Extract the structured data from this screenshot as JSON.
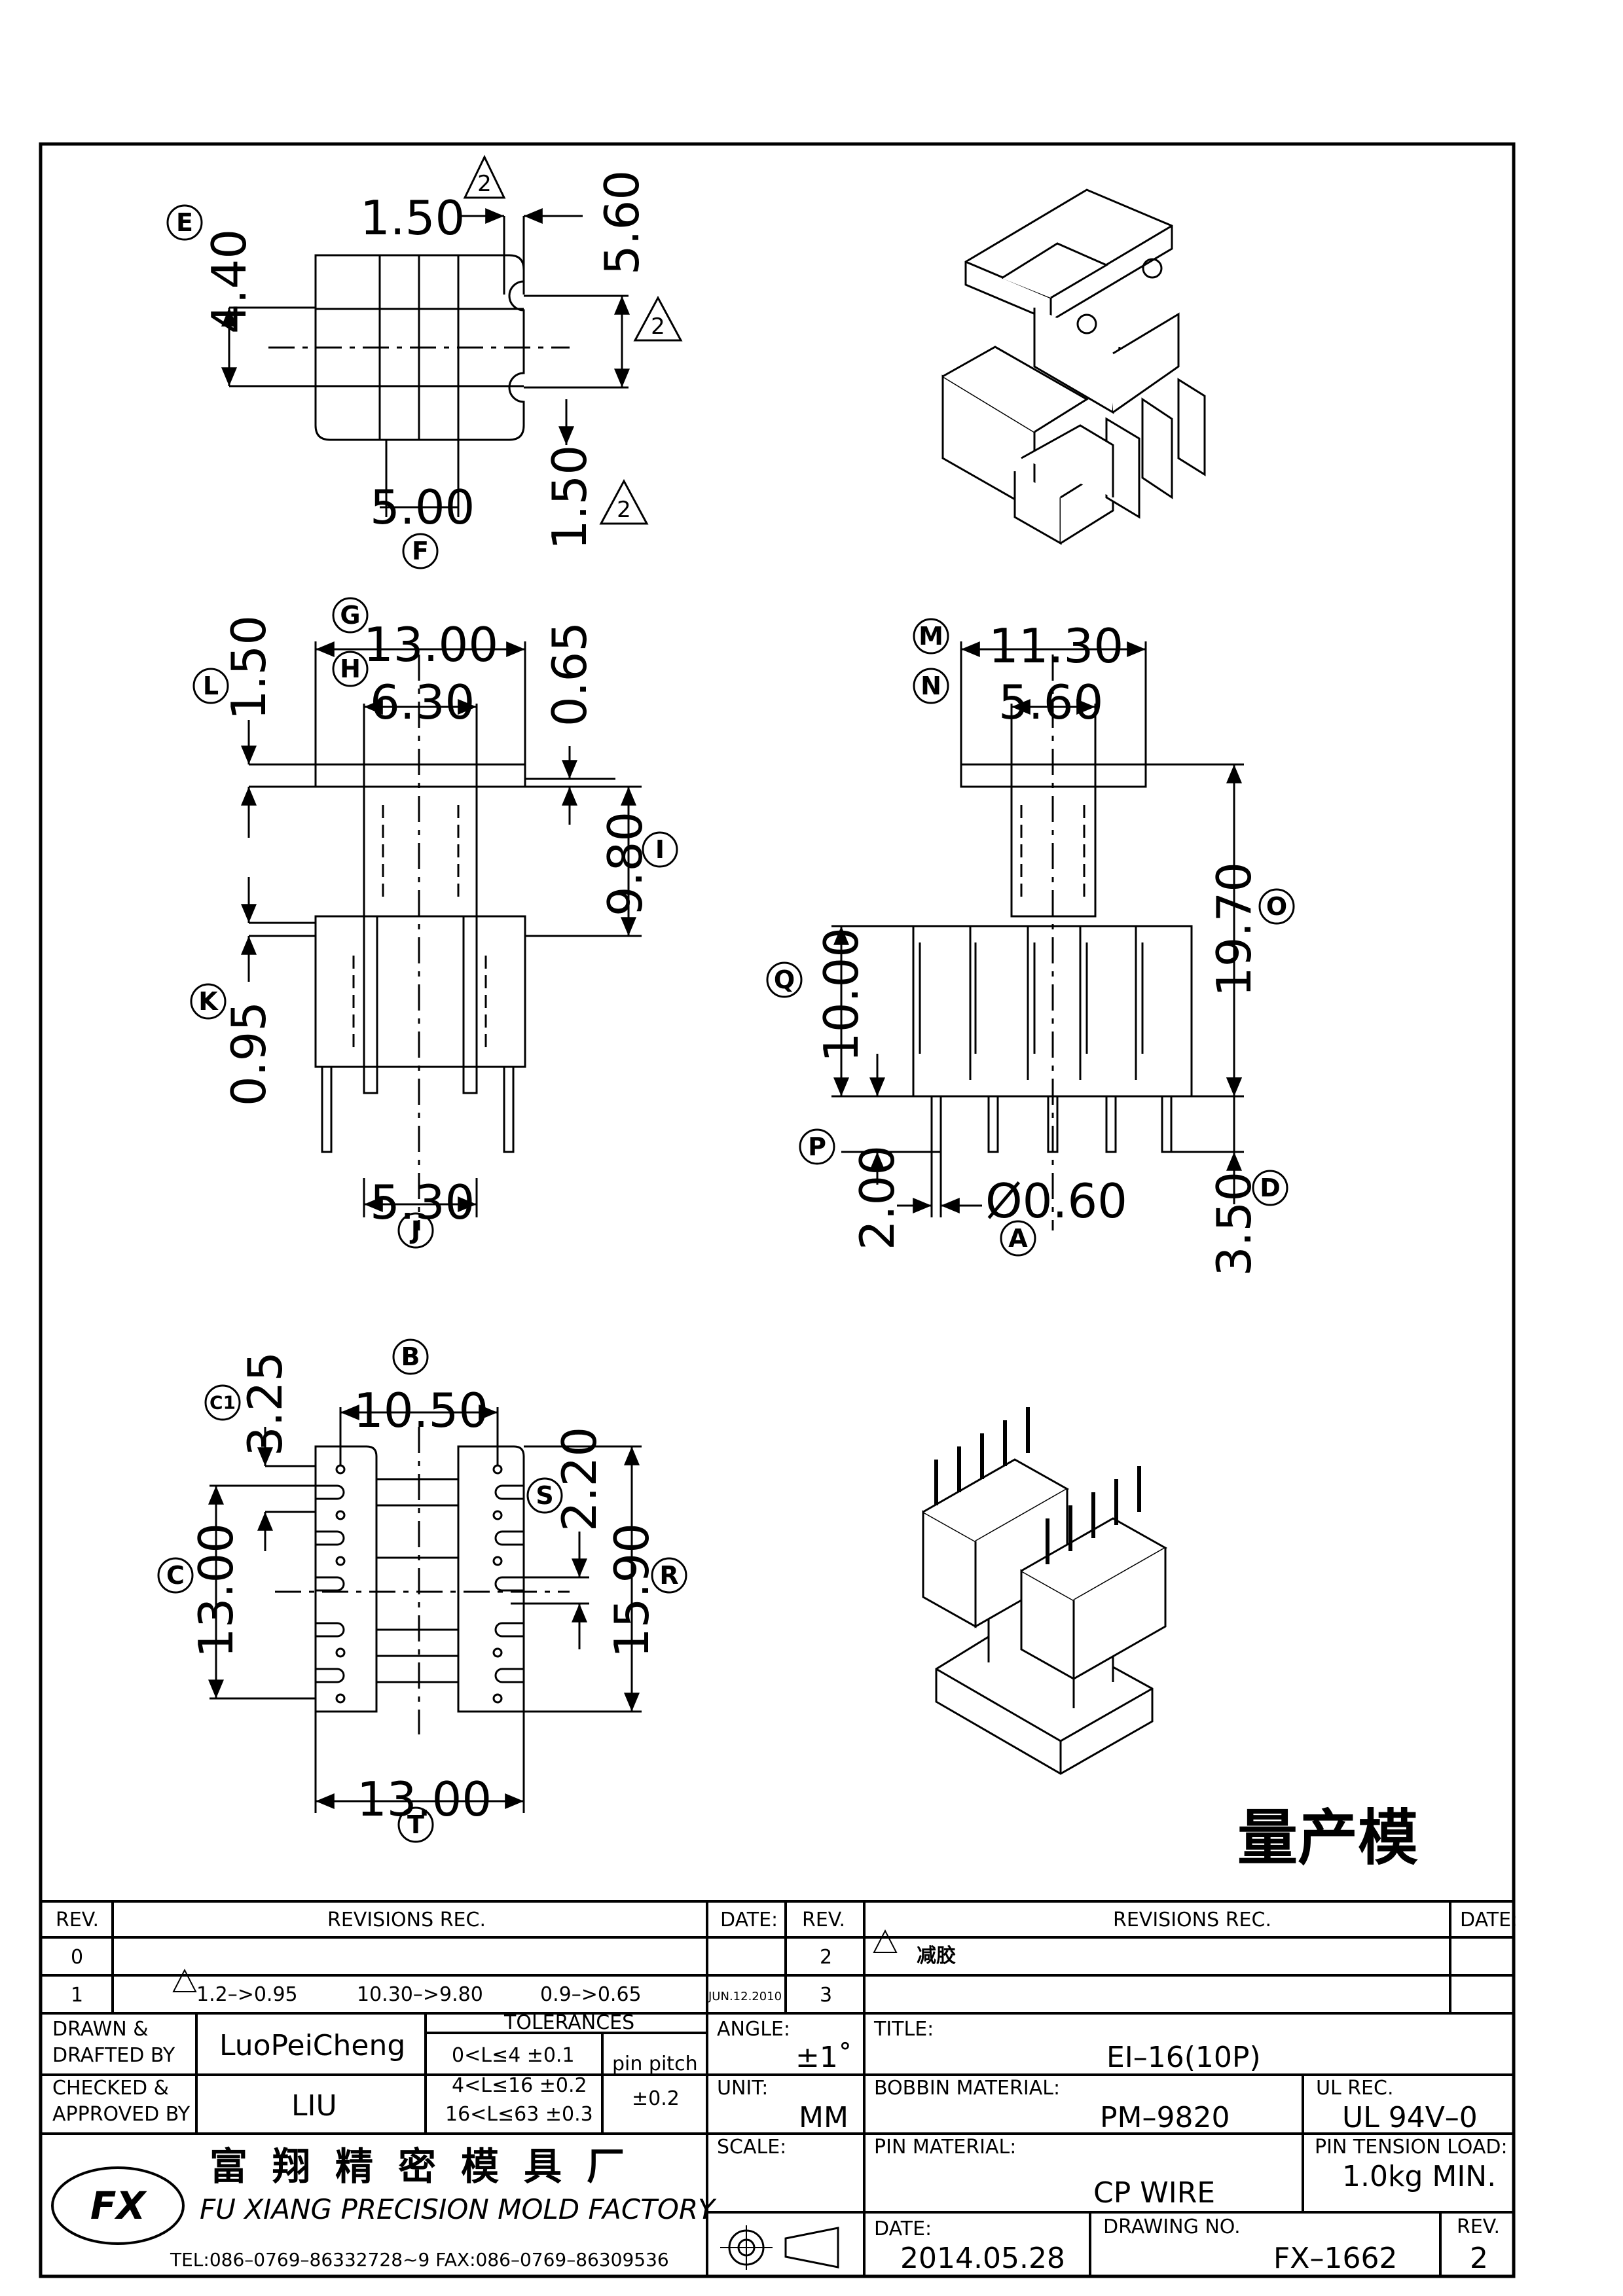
{
  "dimensions": {
    "top_view": {
      "d440": "4.40",
      "d150a": "1.50",
      "d560": "5.60",
      "d500": "5.00",
      "d150b": "1.50"
    },
    "front_view": {
      "d1300": "13.00",
      "d630": "6.30",
      "d150": "1.50",
      "d065": "0.65",
      "d980": "9.80",
      "d095": "0.95",
      "d530": "5.30"
    },
    "side_view": {
      "d1130": "11.30",
      "d560": "5.60",
      "d1970": "19.70",
      "d1000": "10.00",
      "d200": "2.00",
      "d060": "Ø0.60",
      "d350": "3.50"
    },
    "bottom_view": {
      "d1050": "10.50",
      "d325": "3.25",
      "d220": "2.20",
      "d1300a": "13.00",
      "d1590": "15.90",
      "d1300b": "13.00"
    }
  },
  "markers": [
    "E",
    "F",
    "G",
    "H",
    "L",
    "I",
    "K",
    "J",
    "M",
    "N",
    "O",
    "Q",
    "P",
    "D",
    "A",
    "B",
    "C1",
    "C",
    "S",
    "R",
    "T"
  ],
  "revision_triangles": [
    "2",
    "2",
    "2"
  ],
  "stamp": "量产模",
  "title_block": {
    "left_rev_header": "REV.",
    "left_revisions_header": "REVISIONS   REC.",
    "left_date_header": "DATE:",
    "right_rev_header": "REV.",
    "right_revisions_header": "REVISIONS   REC.",
    "right_date_header": "DATE:",
    "rev0": "0",
    "rev1": "1",
    "rev1_text": "1.2–>0.95",
    "rev1_text2": "10.30–>9.80",
    "rev1_text3": "0.9–>0.65",
    "rev1_date": "JUN.12.2010",
    "rev2": "2",
    "rev2_text": "减胶",
    "rev3": "3",
    "drawn_label": "DRAWN &",
    "drafted_label": "DRAFTED BY",
    "drawn_name": "LuoPeiCheng",
    "checked_label": "CHECKED &",
    "approved_label": "APPROVED BY",
    "checked_name": "LIU",
    "tolerances_label": "TOLERANCES",
    "tol1": "0<L≤4    ±0.1",
    "tol2": "4<L≤16  ±0.2",
    "tol3": "16<L≤63  ±0.3",
    "pin_pitch_label": "pin pitch",
    "pin_pitch_value": "±0.2",
    "angle_label": "ANGLE:",
    "angle_value": "±1˚",
    "unit_label": "UNIT:",
    "unit_value": "MM",
    "scale_label": "SCALE:",
    "title_label": "TITLE:",
    "title_value": "EI–16(10P)",
    "bobbin_label": "BOBBIN MATERIAL:",
    "bobbin_value": "PM–9820",
    "ul_label": "UL REC.",
    "ul_value": "UL  94V–0",
    "pin_material_label": "PIN MATERIAL:",
    "pin_material_value": "CP  WIRE",
    "pin_tension_label": "PIN TENSION LOAD:",
    "pin_tension_value": "1.0kg  MIN.",
    "date_label": "DATE:",
    "date_value": "2014.05.28",
    "drawing_no_label": "DRAWING  NO.",
    "drawing_no_value": "FX–1662",
    "rev_label": "REV.",
    "rev_value": "2",
    "company_cn": "富翔精密模具厂",
    "company_en": "FU XIANG PRECISION MOLD FACTORY",
    "contact": "TEL:086–0769–86332728~9   FAX:086–0769–86309536",
    "logo_text": "FX"
  }
}
